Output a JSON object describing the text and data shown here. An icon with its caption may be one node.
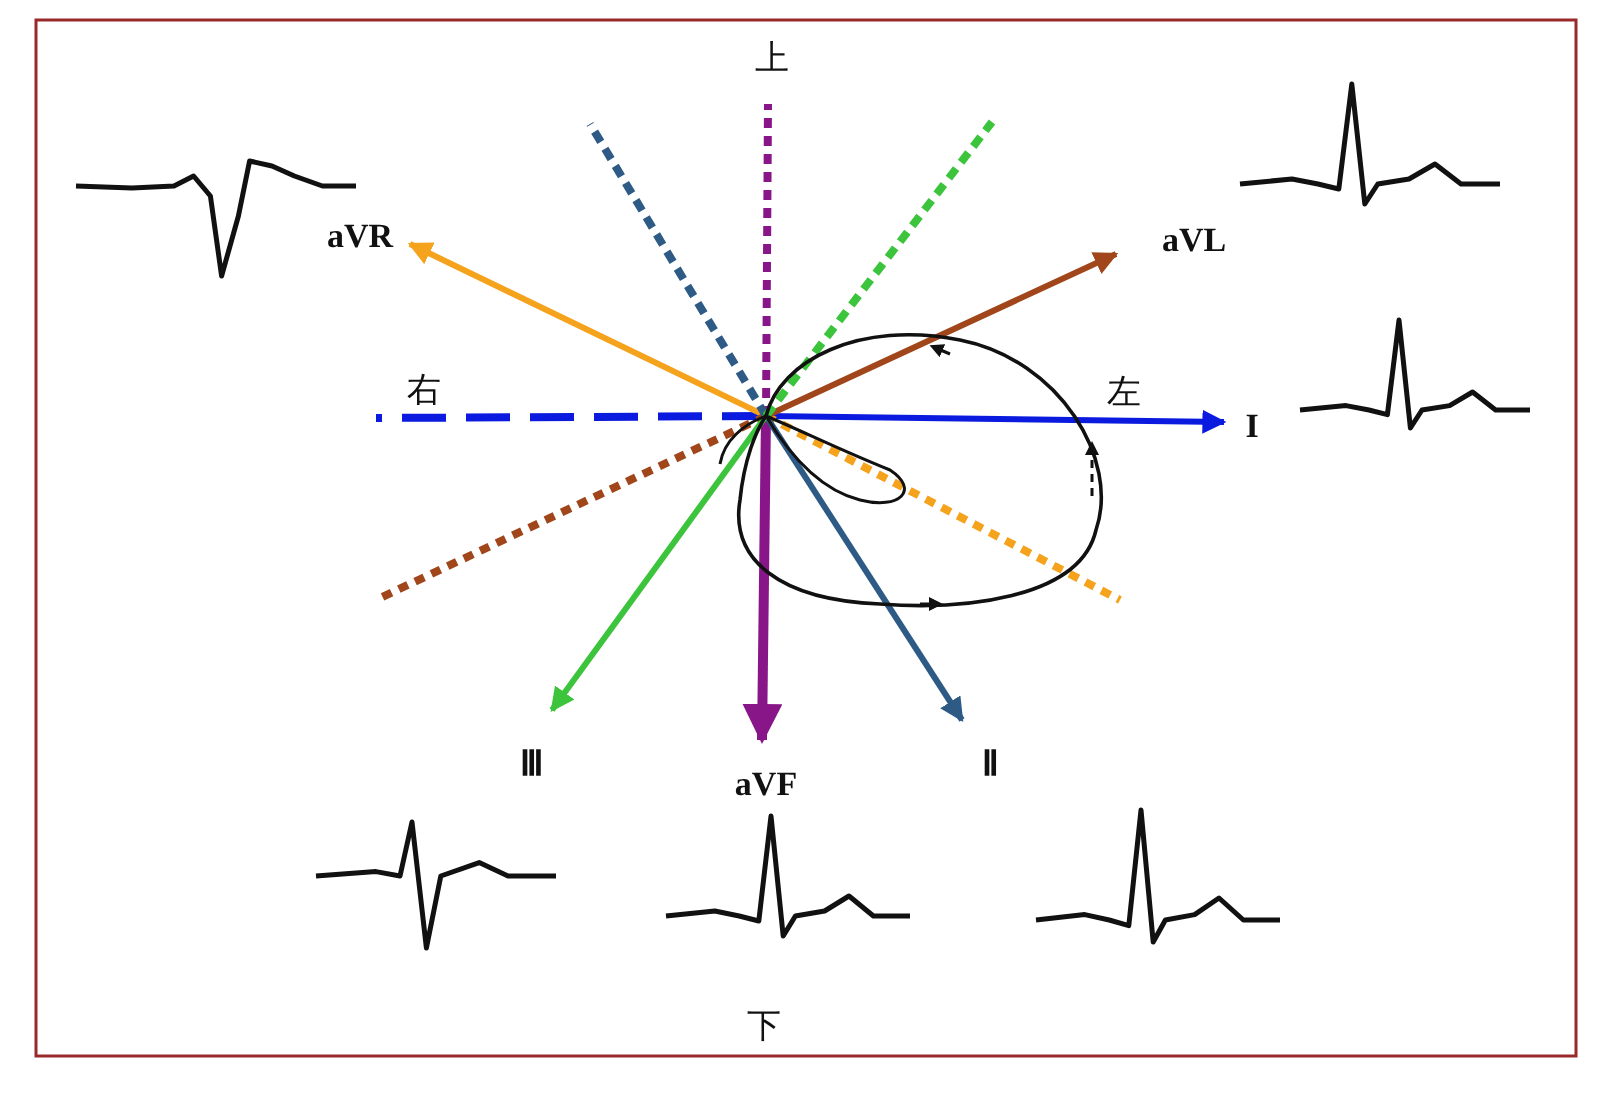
{
  "diagram": {
    "labels": [
      "上",
      "aVR",
      "aVL",
      "右",
      "左",
      "I",
      "Ⅲ",
      "aVF",
      "Ⅱ",
      "下"
    ]
  }
}
